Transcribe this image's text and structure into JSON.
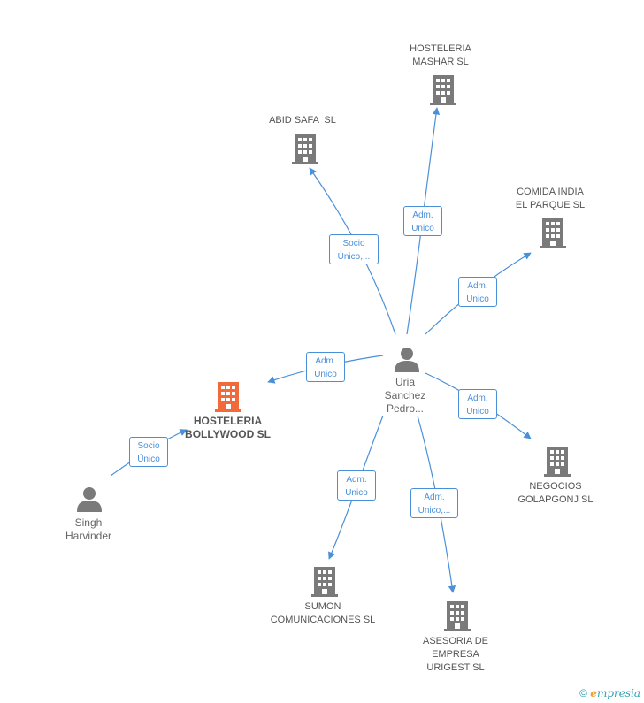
{
  "colors": {
    "edge": "#4a90d9",
    "company": "#7a7a7a",
    "company_focus": "#f26a3a",
    "person": "#7a7a7a"
  },
  "nodes": {
    "hosteleria_mashar": {
      "line1": "HOSTELERIA",
      "line2": "MASHAR SL"
    },
    "abid_safa": {
      "line1": "ABID SAFA  SL"
    },
    "comida_india": {
      "line1": "COMIDA INDIA",
      "line2": "EL PARQUE SL"
    },
    "hosteleria_bollywood": {
      "line1": "HOSTELERIA",
      "line2": "BOLLYWOOD SL"
    },
    "uria": {
      "line1": "Uria",
      "line2": "Sanchez",
      "line3": "Pedro..."
    },
    "singh": {
      "line1": "Singh",
      "line2": "Harvinder"
    },
    "negocios": {
      "line1": "NEGOCIOS",
      "line2": "GOLAPGONJ SL"
    },
    "sumon": {
      "line1": "SUMON",
      "line2": "COMUNICACIONES SL"
    },
    "asesoria": {
      "line1": "ASESORIA DE",
      "line2": "EMPRESA",
      "line3": "URIGEST SL"
    }
  },
  "edges": {
    "to_mashar": {
      "line1": "Adm.",
      "line2": "Unico"
    },
    "to_abid": {
      "line1": "Socio",
      "line2": "Único,..."
    },
    "to_comida": {
      "line1": "Adm.",
      "line2": "Unico"
    },
    "to_bollywood": {
      "line1": "Adm.",
      "line2": "Unico"
    },
    "singh_bollywood": {
      "line1": "Socio",
      "line2": "Único"
    },
    "to_negocios": {
      "line1": "Adm.",
      "line2": "Unico"
    },
    "to_sumon": {
      "line1": "Adm.",
      "line2": "Unico"
    },
    "to_asesoria": {
      "line1": "Adm.",
      "line2": "Unico,..."
    }
  },
  "footer": {
    "copyright": "©",
    "brand_e": "e",
    "brand_rest": "mpresia"
  }
}
